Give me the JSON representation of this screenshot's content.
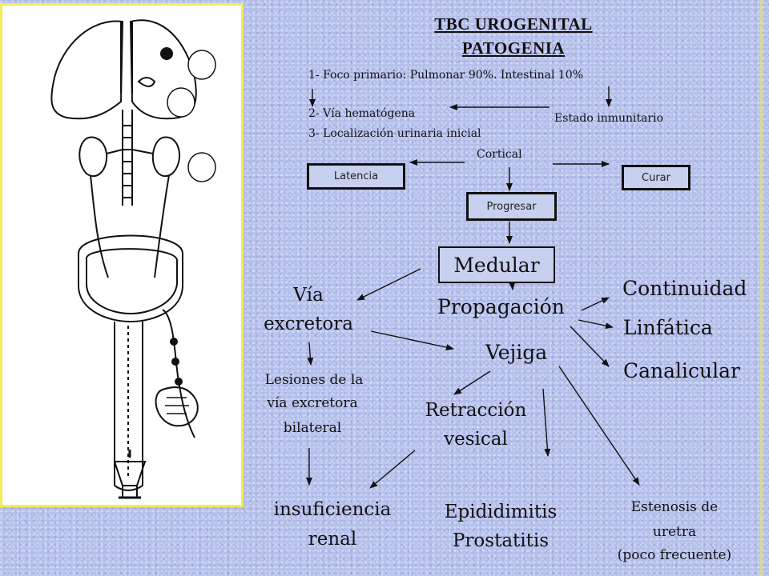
{
  "title": {
    "line1": "TBC UROGENITAL",
    "line2": "PATOGENIA"
  },
  "steps": {
    "foco": "1- Foco primario: Pulmonar 90%.  Intestinal 10%",
    "via_hematogena": "2- Vía hematógena",
    "localizacion": "3- Localización  urinaria inicial",
    "estado": "Estado inmunitario",
    "cortical": "Cortical"
  },
  "boxes": {
    "latencia": "Latencia",
    "curar": "Curar",
    "progresar": "Progresar",
    "medular": "Medular"
  },
  "nodes": {
    "via_excretora": {
      "line1": "Vía",
      "line2": "excretora"
    },
    "propagacion": "Propagación",
    "continuidad": "Continuidad",
    "linfatica": "Linfática",
    "canalicular": "Canalicular",
    "vejiga": "Vejiga",
    "lesiones": {
      "line1": "Lesiones de la",
      "line2": "vía excretora",
      "line3": "bilateral"
    },
    "retraccion": {
      "line1": "Retracción",
      "line2": "vesical"
    },
    "insuficiencia": {
      "line1": "insuficiencia",
      "line2": "renal"
    },
    "epididimitis": {
      "line1": "Epididimitis",
      "line2": "Prostatitis"
    },
    "estenosis": {
      "line1": "Estenosis de",
      "line2": "uretra",
      "line3": "(poco frecuente)"
    }
  },
  "colors": {
    "background": "#b4bfea",
    "panel_border": "#f3ec57",
    "box_fill": "#c8d0f0"
  }
}
